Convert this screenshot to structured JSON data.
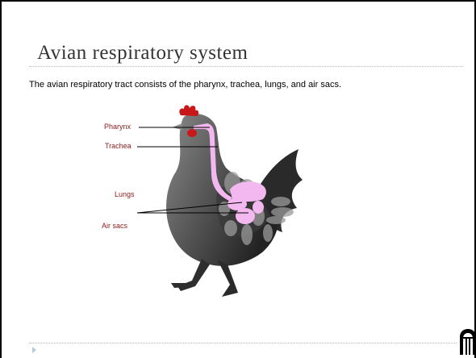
{
  "slide": {
    "title": "Avian respiratory system",
    "body_text": "The avian respiratory tract consists of the pharynx, trachea, lungs, and air sacs."
  },
  "figure": {
    "labels": {
      "pharynx": "Pharynx",
      "trachea": "Trachea",
      "lungs": "Lungs",
      "air_sacs": "Air sacs"
    },
    "colors": {
      "label_text": "#8b1a1a",
      "body_dark": "#2e2e2e",
      "body_light": "#8a8a8a",
      "organs": "#f4b8f0",
      "comb_wattle": "#c8181a"
    }
  },
  "footer": {
    "icon": "arch-logo-icon",
    "arrow_icon": "triangle-bullet-icon"
  }
}
